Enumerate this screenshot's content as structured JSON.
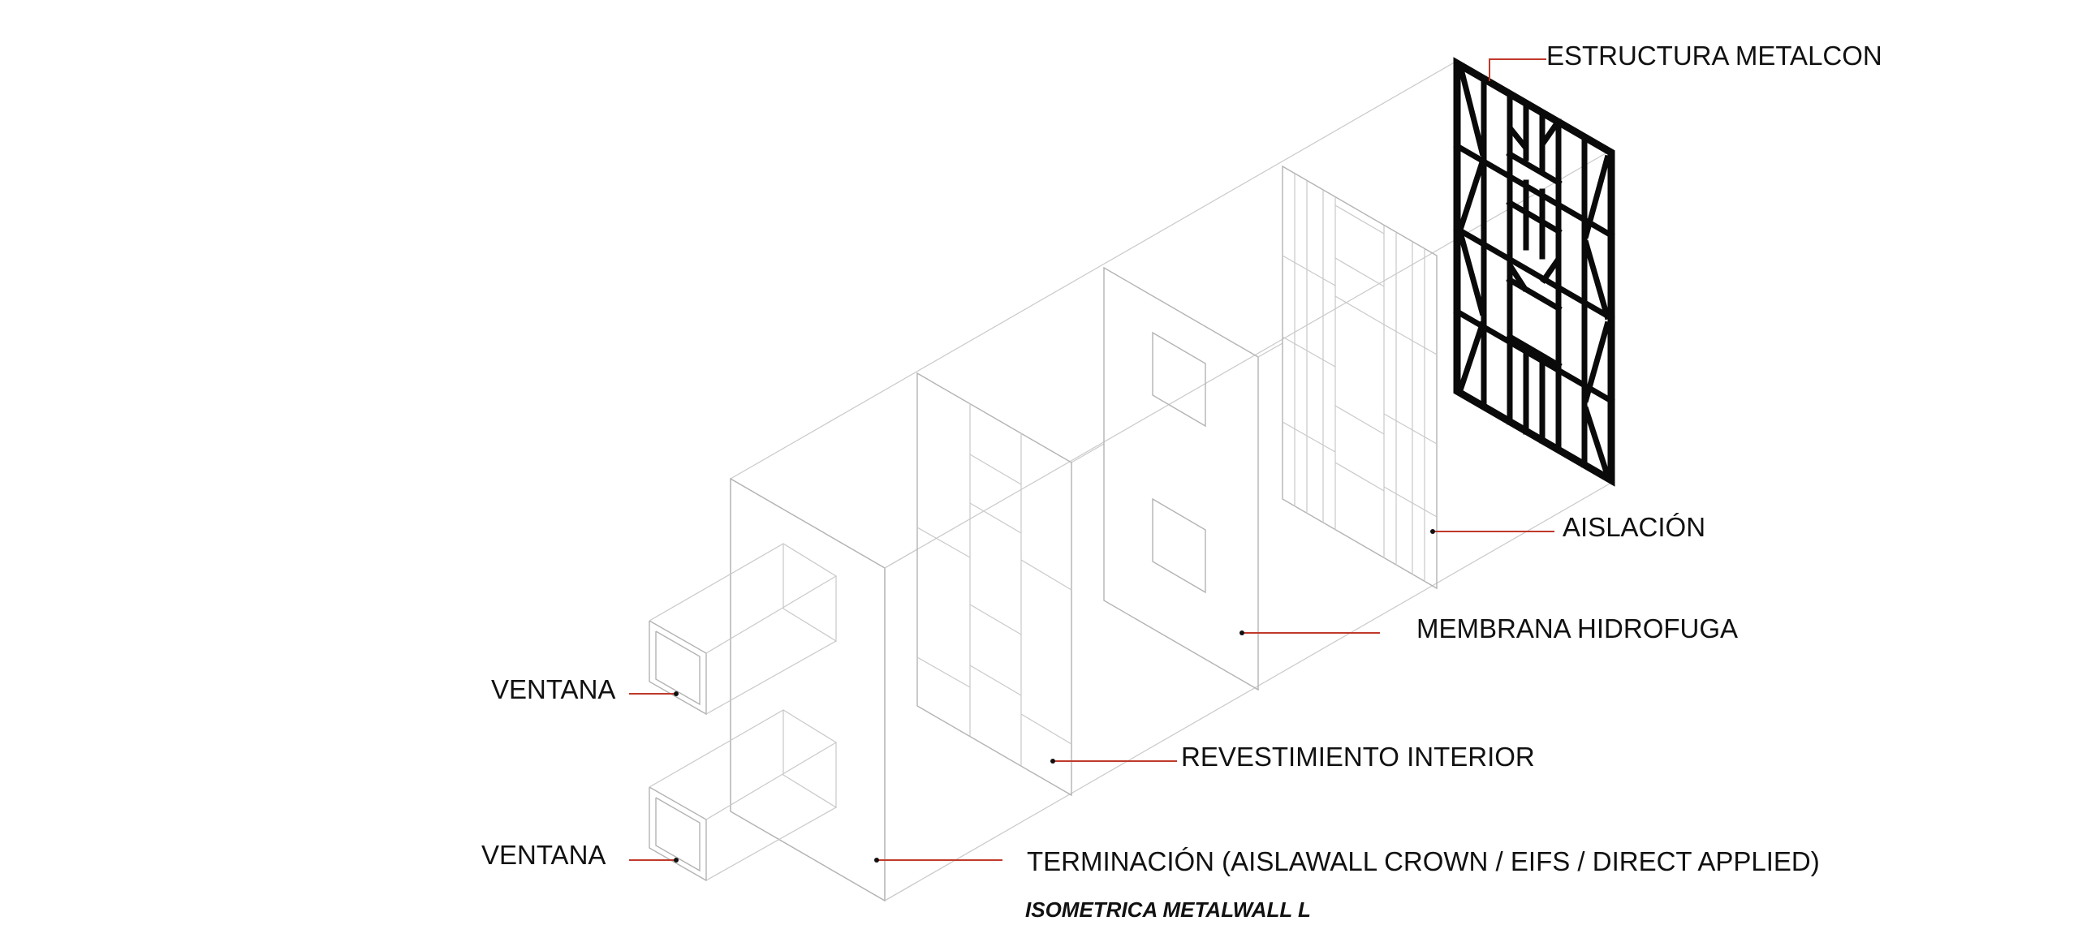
{
  "labels": {
    "estructura": "ESTRUCTURA METALCON",
    "aislacion": "AISLACIÓN",
    "membrana": "MEMBRANA HIDROFUGA",
    "ventana_1": "VENTANA",
    "revestimiento": "REVESTIMIENTO INTERIOR",
    "ventana_2": "VENTANA",
    "terminacion": "TERMINACIÓN (AISLAWALL CROWN / EIFS / DIRECT APPLIED)"
  },
  "caption": "ISOMETRICA METALWALL L",
  "colors": {
    "leader": "#c0392b",
    "frame": "#0a0a0a",
    "linework": "#c9c9c9"
  }
}
